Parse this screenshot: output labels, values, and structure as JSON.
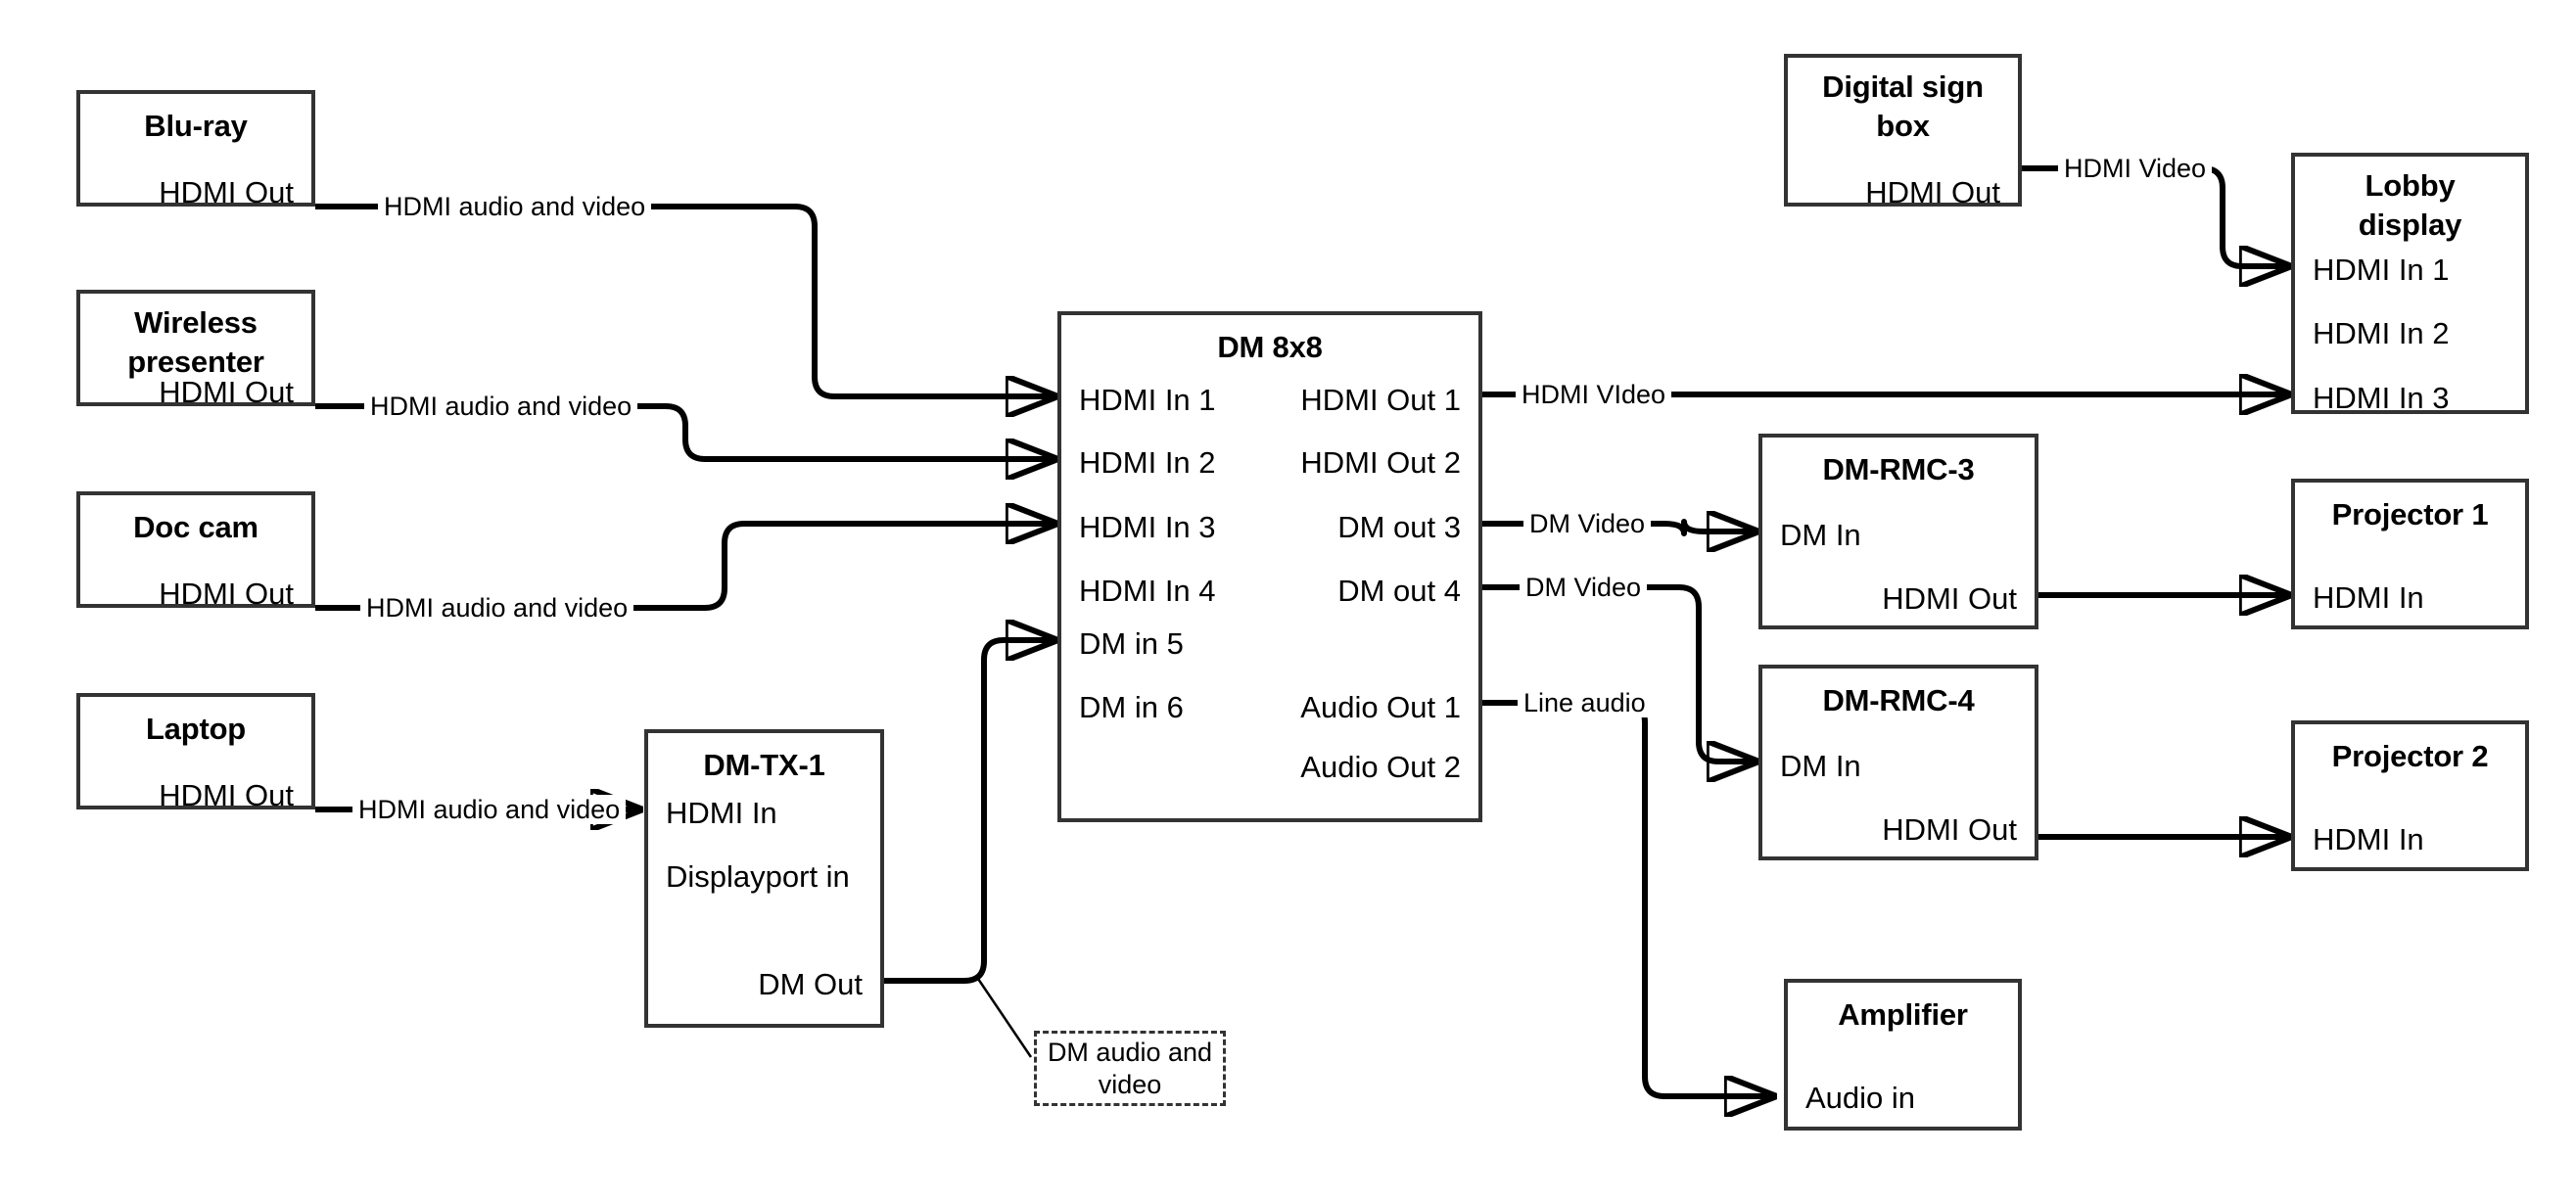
{
  "diagram": {
    "title": "AV signal flow diagram",
    "accent_color": "#333333",
    "line_color": "#000000",
    "background": "#ffffff"
  },
  "nodes": {
    "bluray": {
      "title": "Blu-ray",
      "ports": [
        "HDMI Out"
      ]
    },
    "wireless": {
      "title": "Wireless presenter",
      "ports": [
        "HDMI Out"
      ]
    },
    "doccam": {
      "title": "Doc cam",
      "ports": [
        "HDMI Out"
      ]
    },
    "laptop": {
      "title": "Laptop",
      "ports": [
        "HDMI Out"
      ]
    },
    "dmtx1": {
      "title": "DM-TX-1",
      "ports": [
        "HDMI In",
        "Displayport in",
        "DM Out"
      ]
    },
    "dm8x8": {
      "title": "DM 8x8",
      "inputs": [
        "HDMI In 1",
        "HDMI In 2",
        "HDMI In 3",
        "HDMI In 4",
        "DM in 5",
        "DM in 6"
      ],
      "outputs": [
        "HDMI Out 1",
        "HDMI Out 2",
        "DM out 3",
        "DM out 4",
        "Audio Out 1",
        "Audio Out 2"
      ]
    },
    "digitalsign": {
      "title": "Digital sign box",
      "ports": [
        "HDMI Out"
      ]
    },
    "lobby": {
      "title": "Lobby display",
      "ports": [
        "HDMI In 1",
        "HDMI In 2",
        "HDMI In 3"
      ]
    },
    "rmc3": {
      "title": "DM-RMC-3",
      "ports": [
        "DM In",
        "HDMI Out"
      ]
    },
    "rmc4": {
      "title": "DM-RMC-4",
      "ports": [
        "DM In",
        "HDMI Out"
      ]
    },
    "projector1": {
      "title": "Projector 1",
      "ports": [
        "HDMI In"
      ]
    },
    "projector2": {
      "title": "Projector 2",
      "ports": [
        "HDMI In"
      ]
    },
    "amplifier": {
      "title": "Amplifier",
      "ports": [
        "Audio in"
      ]
    }
  },
  "callouts": {
    "dm_audio_video": "DM audio and video"
  },
  "wire_labels": {
    "bluray_to_dm": "HDMI audio and video",
    "wireless_to_dm": "HDMI audio and video",
    "doccam_to_dm": "HDMI audio and video",
    "laptop_to_tx": "HDMI audio and video",
    "sign_to_lobby": "HDMI Video",
    "hdmiout1_to_lobby": "HDMI VIdeo",
    "dmout3_to_rmc3": "DM Video",
    "dmout4_to_rmc4": "DM Video",
    "audioout1_to_amp": "Line audio"
  }
}
